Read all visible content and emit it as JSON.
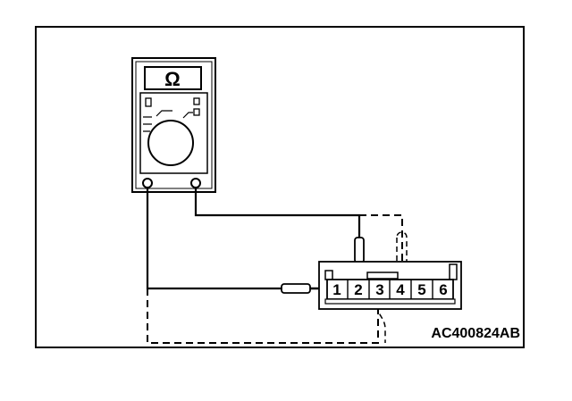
{
  "figure": {
    "code": "AC400824AB"
  },
  "multimeter": {
    "mode_symbol": "Ω"
  },
  "connector": {
    "pins": [
      "1",
      "2",
      "3",
      "4",
      "5",
      "6"
    ]
  },
  "colors": {
    "line": "#000000",
    "background": "#ffffff"
  }
}
